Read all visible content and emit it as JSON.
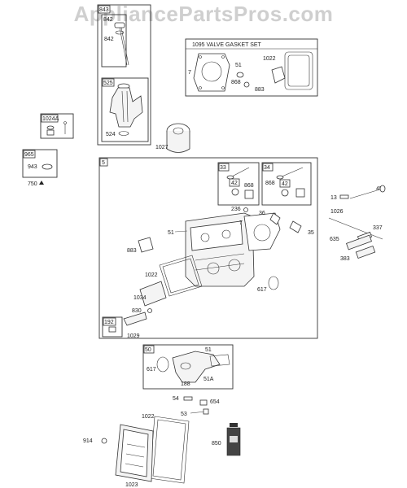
{
  "watermark": "AppliancePartsPros.com",
  "groups": {
    "dipstick_assembly": {
      "label": "843",
      "labels": [
        "842",
        "842"
      ]
    },
    "oil_fill_tube": {
      "label": "525",
      "part": "524"
    },
    "valve_gasket_set": {
      "title": "1095 VALVE GASKET SET",
      "labels": [
        "7",
        "51",
        "1022",
        "868",
        "883"
      ]
    },
    "filter_kit": {
      "label": "1024A"
    },
    "kit_965": {
      "label": "965",
      "part": "943",
      "note": "750"
    },
    "cylinder_head": {
      "label": "5"
    },
    "intake_valve": {
      "label": "33",
      "parts": [
        "42",
        "868"
      ]
    },
    "exhaust_valve": {
      "label": "34",
      "parts": [
        "868",
        "42"
      ]
    },
    "breather_192": {
      "label": "192"
    },
    "intake_50": {
      "label": "50"
    }
  },
  "parts": {
    "oil_filter": "1027",
    "head_gasket_7": "7",
    "gasket_51": "51",
    "gasket_883": "883",
    "gasket_1022": "1022",
    "cover_1034": "1034",
    "clip_830": "830",
    "gasket_1029": "1029",
    "spring_236": "236",
    "plug_36": "36",
    "plug_35": "35",
    "oring_617": "617",
    "pin_13": "13",
    "pushrod_45": "45",
    "pushrod_1026": "1026",
    "plug_337": "337",
    "spark_635": "635",
    "bushing_383": "383",
    "oring_617b": "617",
    "gasket_51b": "51",
    "gasket_51a": "51A",
    "screw_188": "188",
    "screw_54": "54",
    "fitting_654": "654",
    "screw_53": "53",
    "gasket_1022b": "1022",
    "screw_914": "914",
    "sealant_850": "850",
    "valve_cover_1023": "1023"
  }
}
